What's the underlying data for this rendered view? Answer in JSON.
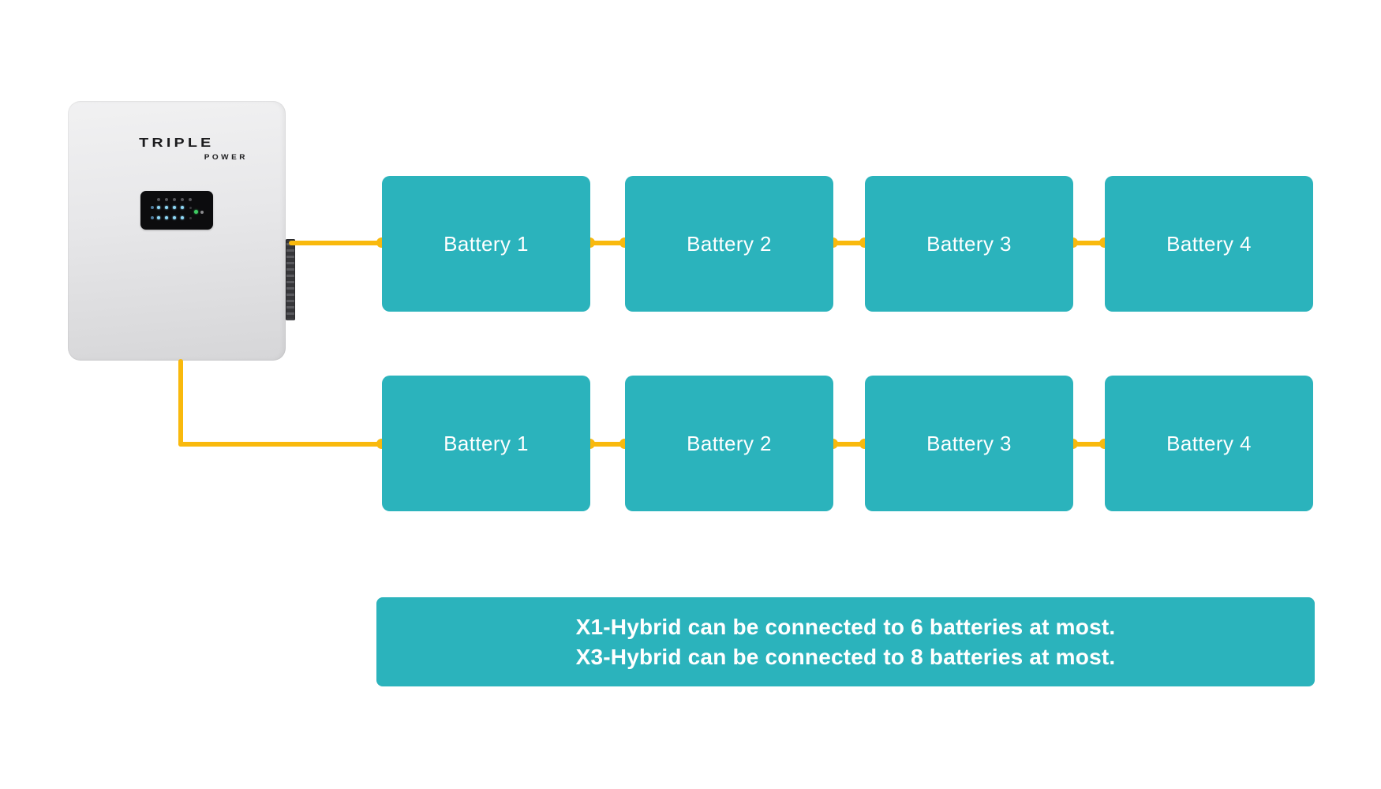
{
  "device": {
    "brand_line1": "TRIPLE",
    "brand_line2": "POWER"
  },
  "rows": [
    {
      "name": "battery-string-1",
      "batteries": [
        {
          "label": "Battery 1"
        },
        {
          "label": "Battery 2"
        },
        {
          "label": "Battery 3"
        },
        {
          "label": "Battery 4"
        }
      ]
    },
    {
      "name": "battery-string-2",
      "batteries": [
        {
          "label": "Battery 1"
        },
        {
          "label": "Battery 2"
        },
        {
          "label": "Battery 3"
        },
        {
          "label": "Battery 4"
        }
      ]
    }
  ],
  "note": {
    "line1": "X1-Hybrid can be connected to 6 batteries at most.",
    "line2": "X3-Hybrid can be connected to 8 batteries at most."
  },
  "colors": {
    "teal": "#2BB3BC",
    "yellow": "#F9B90D",
    "device_light": "#F0F0F1",
    "device_dark": "#D6D6D8",
    "panel_bg": "#0C0C0E",
    "led_blue": "#8FD8F7",
    "led_green": "#3ECB62",
    "logo_ink": "#1C1C1E"
  }
}
